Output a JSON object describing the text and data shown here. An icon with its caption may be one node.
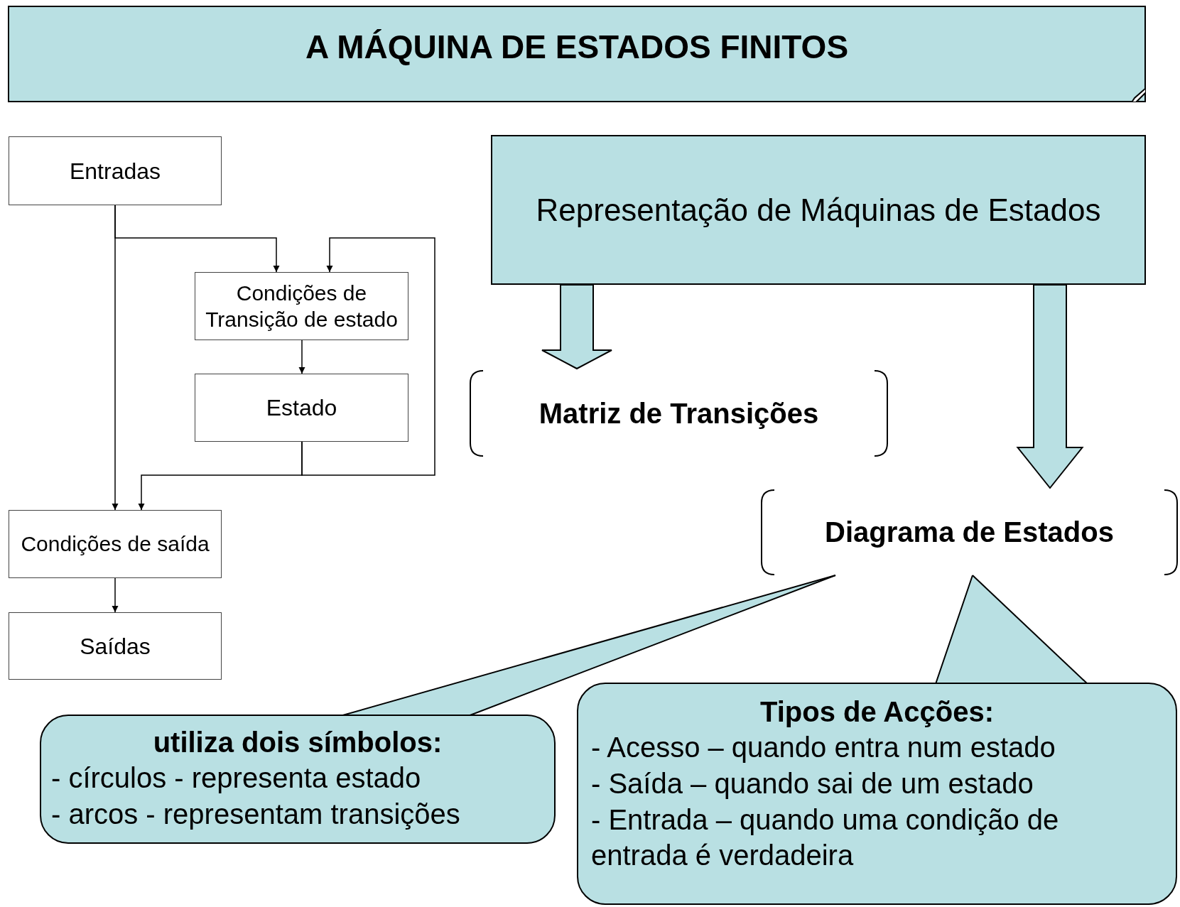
{
  "diagram": {
    "title": "A MÁQUINA DE ESTADOS FINITOS",
    "nodes": [
      {
        "text": [
          "Entradas"
        ]
      },
      {
        "text": [
          "Condições de Transição de estado"
        ]
      },
      {
        "text": [
          "Estado"
        ]
      },
      {
        "text": [
          "Condições de saída"
        ]
      },
      {
        "text": [
          "Saídas"
        ]
      },
      {
        "text": [
          "Representação de Máquinas de Estados"
        ]
      },
      {
        "text": [
          "Matriz de Transições"
        ]
      },
      {
        "text": [
          "Diagrama de Estados"
        ]
      },
      {
        "text": [
          "utiliza dois símbolos:",
          "- círculos - representa estado",
          "- arcos - representam transições"
        ]
      },
      {
        "text": [
          "Tipos de Acções:",
          "- Acesso – quando entra num estado",
          "- Saída – quando sai de um estado",
          "- Entrada – quando uma condição de entrada é verdadeira"
        ]
      }
    ],
    "edges": [
      {
        "from": 0,
        "to": 1,
        "arrow": "to"
      },
      {
        "from": 0,
        "to": 3,
        "arrow": "to"
      },
      {
        "from": 1,
        "to": 2,
        "arrow": "to"
      },
      {
        "from": 2,
        "to": 3,
        "arrow": "to"
      },
      {
        "from": 2,
        "to": 1,
        "arrow": "to"
      },
      {
        "from": 3,
        "to": 4,
        "arrow": "to"
      },
      {
        "from": 5,
        "to": 6,
        "arrow": "to",
        "style": "thick"
      },
      {
        "from": 5,
        "to": 7,
        "arrow": "to",
        "style": "thick"
      },
      {
        "from": 8,
        "to": 7,
        "arrow": "none"
      },
      {
        "from": 9,
        "to": 7,
        "arrow": "none"
      }
    ]
  }
}
